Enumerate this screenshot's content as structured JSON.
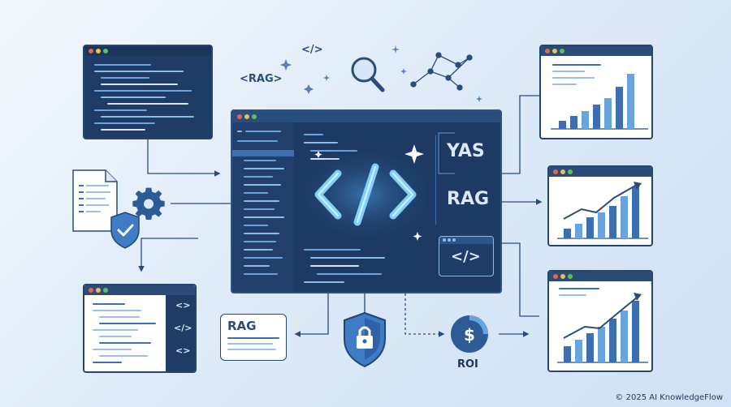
{
  "labels": {
    "rag_top": "<RAG>",
    "code_tag_top": "</>",
    "yas": "YAS",
    "rag_main": "RAG",
    "rag_box": "RAG",
    "roi": "ROI",
    "code_main": "</>",
    "code_small": "</>",
    "code_side_1": "<>",
    "code_side_2": "</>",
    "code_side_3": "<>"
  },
  "footer": "© 2025 AI KnowledgeFlow",
  "colors": {
    "navy": "#1f3c66",
    "accent": "#3f86d6",
    "glow": "#6cc3ff",
    "bar_blue": "#3d6fb0",
    "bar_light": "#6aa4dc"
  },
  "icons": [
    "magnifier-icon",
    "network-icon",
    "gear-icon",
    "shield-check-icon",
    "lock-shield-icon",
    "dollar-chart-icon",
    "document-icon",
    "sparkle-icon"
  ]
}
